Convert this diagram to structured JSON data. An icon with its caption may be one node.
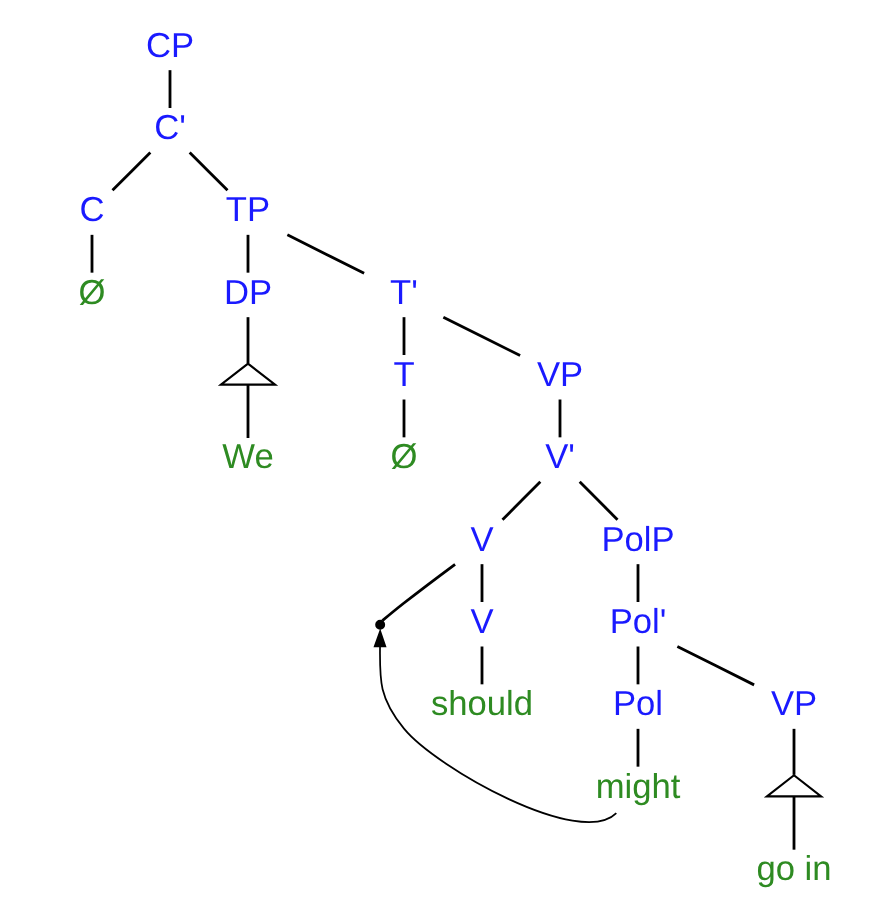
{
  "diagram": {
    "nodes": [
      {
        "text": [
          "CP"
        ]
      },
      {
        "text": [
          "C'"
        ]
      },
      {
        "text": [
          "C"
        ]
      },
      {
        "text": [
          "Ø"
        ]
      },
      {
        "text": [
          "TP"
        ]
      },
      {
        "text": [
          "DP"
        ]
      },
      {
        "text": [],
        "shape": "triangle"
      },
      {
        "text": [
          "We"
        ]
      },
      {
        "text": [
          "T'"
        ]
      },
      {
        "text": [
          "T"
        ]
      },
      {
        "text": [
          "Ø"
        ]
      },
      {
        "text": [
          "VP"
        ]
      },
      {
        "text": [
          "V'"
        ]
      },
      {
        "text": [
          "V"
        ]
      },
      {
        "text": [],
        "shape": "point"
      },
      {
        "text": [
          "V"
        ]
      },
      {
        "text": [
          "should"
        ]
      },
      {
        "text": [
          "PolP"
        ]
      },
      {
        "text": [
          "Pol'"
        ]
      },
      {
        "text": [
          "Pol"
        ]
      },
      {
        "text": [
          "might"
        ]
      },
      {
        "text": [
          "VP"
        ]
      },
      {
        "text": [],
        "shape": "triangle"
      },
      {
        "text": [
          "go in"
        ]
      }
    ],
    "edges": [
      {
        "from": 0,
        "to": 1,
        "arrow": "none"
      },
      {
        "from": 1,
        "to": 2,
        "arrow": "none"
      },
      {
        "from": 1,
        "to": 4,
        "arrow": "none"
      },
      {
        "from": 2,
        "to": 3,
        "arrow": "none"
      },
      {
        "from": 4,
        "to": 5,
        "arrow": "none"
      },
      {
        "from": 4,
        "to": 8,
        "arrow": "none"
      },
      {
        "from": 5,
        "to": 6,
        "arrow": "none"
      },
      {
        "from": 6,
        "to": 7,
        "arrow": "none"
      },
      {
        "from": 8,
        "to": 9,
        "arrow": "none"
      },
      {
        "from": 8,
        "to": 11,
        "arrow": "none"
      },
      {
        "from": 9,
        "to": 10,
        "arrow": "none"
      },
      {
        "from": 11,
        "to": 12,
        "arrow": "none"
      },
      {
        "from": 12,
        "to": 13,
        "arrow": "none"
      },
      {
        "from": 12,
        "to": 17,
        "arrow": "none"
      },
      {
        "from": 13,
        "to": 14,
        "arrow": "none"
      },
      {
        "from": 13,
        "to": 15,
        "arrow": "none"
      },
      {
        "from": 15,
        "to": 16,
        "arrow": "none"
      },
      {
        "from": 17,
        "to": 18,
        "arrow": "none"
      },
      {
        "from": 18,
        "to": 19,
        "arrow": "none"
      },
      {
        "from": 18,
        "to": 21,
        "arrow": "none"
      },
      {
        "from": 19,
        "to": 20,
        "arrow": "none"
      },
      {
        "from": 21,
        "to": 22,
        "arrow": "none"
      },
      {
        "from": 22,
        "to": 23,
        "arrow": "none"
      },
      {
        "from": 20,
        "to": 14,
        "arrow": "to"
      }
    ]
  }
}
